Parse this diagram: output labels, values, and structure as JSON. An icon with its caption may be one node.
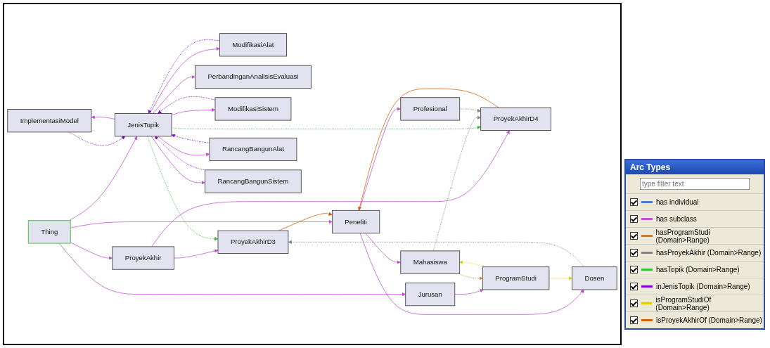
{
  "diagram": {
    "nodes": [
      {
        "text": [
          "ImplementasiModel"
        ]
      },
      {
        "text": [
          "ModifikasiAlat"
        ]
      },
      {
        "text": [
          "PerbandinganAnalisisEvaluasi"
        ]
      },
      {
        "text": [
          "ModifikasiSistem"
        ]
      },
      {
        "text": [
          "JenisTopik"
        ]
      },
      {
        "text": [
          "Peneliti"
        ]
      },
      {
        "text": [
          "ProyekAkhir"
        ]
      },
      {
        "text": [
          "ProyekAkhirD3"
        ]
      },
      {
        "text": [
          "RancangBangunAlat"
        ]
      },
      {
        "text": [
          "Thing"
        ]
      },
      {
        "text": [
          "ProyekAkhirD4"
        ]
      },
      {
        "text": [
          "RancangBangunSistem"
        ]
      },
      {
        "text": [
          "Jurusan"
        ]
      },
      {
        "text": [
          "Dosen"
        ]
      },
      {
        "text": [
          "Mahasiswa"
        ]
      },
      {
        "text": [
          "Profesional"
        ]
      },
      {
        "text": [
          "ProgramStudi"
        ]
      }
    ],
    "edges": [
      {
        "from": 9,
        "to": 4,
        "arrow": "to"
      },
      {
        "from": 9,
        "to": 5,
        "arrow": "to"
      },
      {
        "from": 9,
        "to": 6,
        "arrow": "to"
      },
      {
        "from": 9,
        "to": 12,
        "arrow": "to"
      },
      {
        "from": 4,
        "to": 0,
        "arrow": "to"
      },
      {
        "from": 4,
        "to": 1,
        "arrow": "to"
      },
      {
        "from": 4,
        "to": 2,
        "arrow": "to"
      },
      {
        "from": 4,
        "to": 3,
        "arrow": "to"
      },
      {
        "from": 4,
        "to": 8,
        "arrow": "to"
      },
      {
        "from": 4,
        "to": 11,
        "arrow": "to"
      },
      {
        "from": 5,
        "to": 13,
        "arrow": "to"
      },
      {
        "from": 5,
        "to": 14,
        "arrow": "to"
      },
      {
        "from": 5,
        "to": 15,
        "arrow": "to"
      },
      {
        "from": 6,
        "to": 7,
        "arrow": "to"
      },
      {
        "from": 6,
        "to": 10,
        "arrow": "to"
      },
      {
        "from": 12,
        "to": 16,
        "arrow": "to"
      },
      {
        "from": 0,
        "to": 4,
        "arrow": "to",
        "style": "dashed",
        "color": "#8000d0"
      },
      {
        "from": 1,
        "to": 4,
        "arrow": "to",
        "style": "dashed",
        "color": "#8000d0"
      },
      {
        "from": 3,
        "to": 4,
        "arrow": "to",
        "style": "dashed",
        "color": "#8000d0"
      },
      {
        "from": 8,
        "to": 4,
        "arrow": "to",
        "style": "dashed",
        "color": "#8000d0"
      },
      {
        "from": 11,
        "to": 4,
        "arrow": "to",
        "style": "dashed",
        "color": "#8000d0"
      },
      {
        "from": 4,
        "to": 7,
        "arrow": "to",
        "style": "dashed",
        "color": "#30c030"
      },
      {
        "from": 4,
        "to": 10,
        "arrow": "to",
        "style": "dashed",
        "color": "#30c030"
      },
      {
        "from": 13,
        "to": 7,
        "arrow": "to",
        "style": "dashed",
        "color": "#808080"
      },
      {
        "from": 14,
        "to": 10,
        "arrow": "to",
        "style": "dashed",
        "color": "#808080"
      },
      {
        "from": 15,
        "to": 10,
        "arrow": "to",
        "style": "dashed",
        "color": "#808080"
      },
      {
        "from": 16,
        "to": 13,
        "arrow": "to",
        "style": "dashed",
        "color": "#e8c800"
      },
      {
        "from": 16,
        "to": 14,
        "arrow": "to",
        "style": "dashed",
        "color": "#e8c800"
      },
      {
        "from": 14,
        "to": 16,
        "arrow": "to",
        "style": "dashed",
        "color": "#c87a3a"
      },
      {
        "from": 7,
        "to": 5,
        "arrow": "to",
        "color": "#d06010"
      },
      {
        "from": 10,
        "to": 5,
        "arrow": "to",
        "color": "#d06010"
      }
    ],
    "labels": [
      "Arc Types",
      "type filter text"
    ],
    "legend": [
      {
        "text": "has individual",
        "color": "#4a7fc1"
      },
      {
        "text": "has subclass",
        "color": "#c050d0"
      },
      {
        "text": "hasProgramStudi (Domain>Range)",
        "color": "#c87a3a"
      },
      {
        "text": "hasProyekAkhir (Domain>Range)",
        "color": "#808080"
      },
      {
        "text": "hasTopik (Domain>Range)",
        "color": "#30c030"
      },
      {
        "text": "inJenisTopik (Domain>Range)",
        "color": "#8000d0"
      },
      {
        "text": "isProgramStudiOf (Domain>Range)",
        "color": "#e8c800"
      },
      {
        "text": "isProyekAkhirOf (Domain>Range)",
        "color": "#d06010"
      }
    ]
  }
}
